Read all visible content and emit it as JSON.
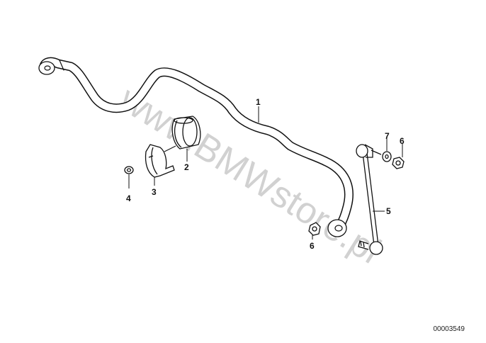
{
  "watermark": "www.BMWstore.pl",
  "reference_number": "00003549",
  "callouts": [
    {
      "id": "1",
      "text": "1"
    },
    {
      "id": "2",
      "text": "2"
    },
    {
      "id": "3",
      "text": "3"
    },
    {
      "id": "4",
      "text": "4"
    },
    {
      "id": "5",
      "text": "5"
    },
    {
      "id": "6a",
      "text": "6"
    },
    {
      "id": "6b",
      "text": "6"
    },
    {
      "id": "7",
      "text": "7"
    }
  ]
}
